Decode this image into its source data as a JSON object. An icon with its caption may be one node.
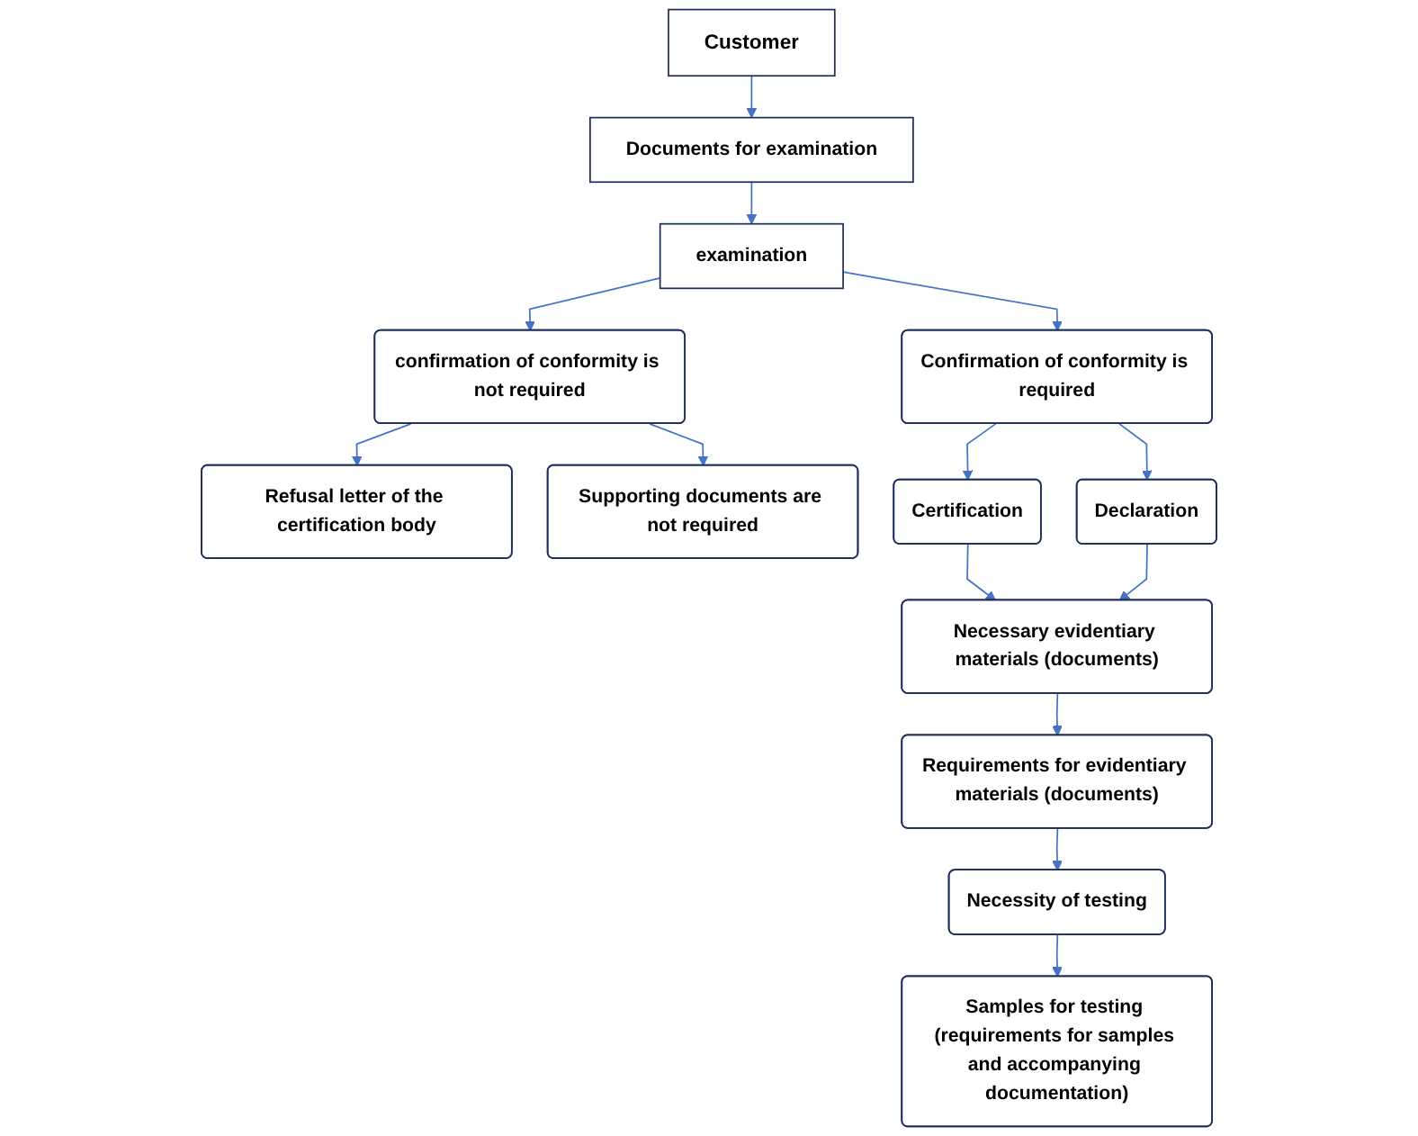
{
  "diagram": {
    "nodes": [
      {
        "text": [
          "Customer"
        ]
      },
      {
        "text": [
          "Documents for examination"
        ]
      },
      {
        "text": [
          "examination"
        ]
      },
      {
        "text": [
          "confirmation of conformity is not required"
        ]
      },
      {
        "text": [
          "Confirmation of conformity is required"
        ]
      },
      {
        "text": [
          "Refusal letter of the certification body"
        ]
      },
      {
        "text": [
          "Supporting documents are not required"
        ]
      },
      {
        "text": [
          "Certification"
        ]
      },
      {
        "text": [
          "Declaration"
        ]
      },
      {
        "text": [
          "Necessary evidentiary materials (documents)"
        ]
      },
      {
        "text": [
          "Requirements for evidentiary materials (documents)"
        ]
      },
      {
        "text": [
          "Necessity of testing"
        ]
      },
      {
        "text": [
          "Samples for testing (requirements for samples and accompanying documentation)"
        ]
      }
    ],
    "edges": [
      {
        "from": 0,
        "to": 1,
        "arrow": "to"
      },
      {
        "from": 1,
        "to": 2,
        "arrow": "to"
      },
      {
        "from": 2,
        "to": 3,
        "arrow": "to"
      },
      {
        "from": 2,
        "to": 4,
        "arrow": "to"
      },
      {
        "from": 3,
        "to": 5,
        "arrow": "to"
      },
      {
        "from": 3,
        "to": 6,
        "arrow": "to"
      },
      {
        "from": 4,
        "to": 7,
        "arrow": "to"
      },
      {
        "from": 4,
        "to": 8,
        "arrow": "to"
      },
      {
        "from": 7,
        "to": 9,
        "arrow": "to"
      },
      {
        "from": 8,
        "to": 9,
        "arrow": "to"
      },
      {
        "from": 9,
        "to": 10,
        "arrow": "to"
      },
      {
        "from": 10,
        "to": 11,
        "arrow": "to"
      },
      {
        "from": 11,
        "to": 12,
        "arrow": "to"
      }
    ]
  }
}
